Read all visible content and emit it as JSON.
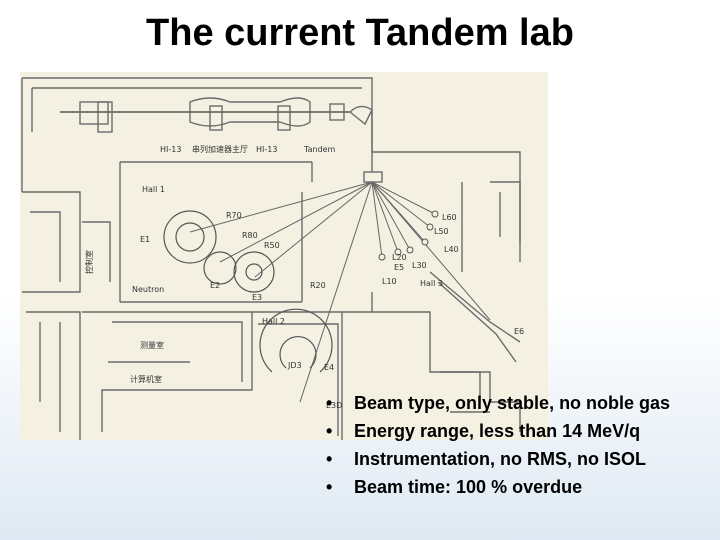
{
  "slide": {
    "title": "The current Tandem lab"
  },
  "floorplan": {
    "labels": {
      "hi13_left": "HI-13",
      "hall_cn": "串列加速器主厅",
      "hi13_right": "HI-13",
      "tandem": "Tandem",
      "hall1": "Hall  1",
      "r70": "R70",
      "e1": "E1",
      "r80": "R80",
      "r50": "R50",
      "e2": "E2",
      "e3": "E3",
      "neutron": "Neutron",
      "control_cn": "控制室",
      "r20": "R20",
      "l60": "L60",
      "l50": "L50",
      "l40": "L40",
      "l30": "L30",
      "l20": "L20",
      "e5": "E5",
      "l10": "L10",
      "hall3": "Hall  3",
      "e6": "E6",
      "hall2": "Hall  2",
      "measure_cn": "测量室",
      "computer_cn": "计算机室",
      "e4": "E4",
      "jd3": "JD3",
      "e3d": "E3D"
    }
  },
  "bullets": [
    {
      "marker": "•",
      "text": "Beam type, only stable, no noble gas"
    },
    {
      "marker": "•",
      "text": "Energy range, less than 14 MeV/q"
    },
    {
      "marker": "•",
      "text": "Instrumentation, no RMS, no ISOL"
    },
    {
      "marker": "•",
      "text": "Beam time: 100 % overdue"
    }
  ]
}
